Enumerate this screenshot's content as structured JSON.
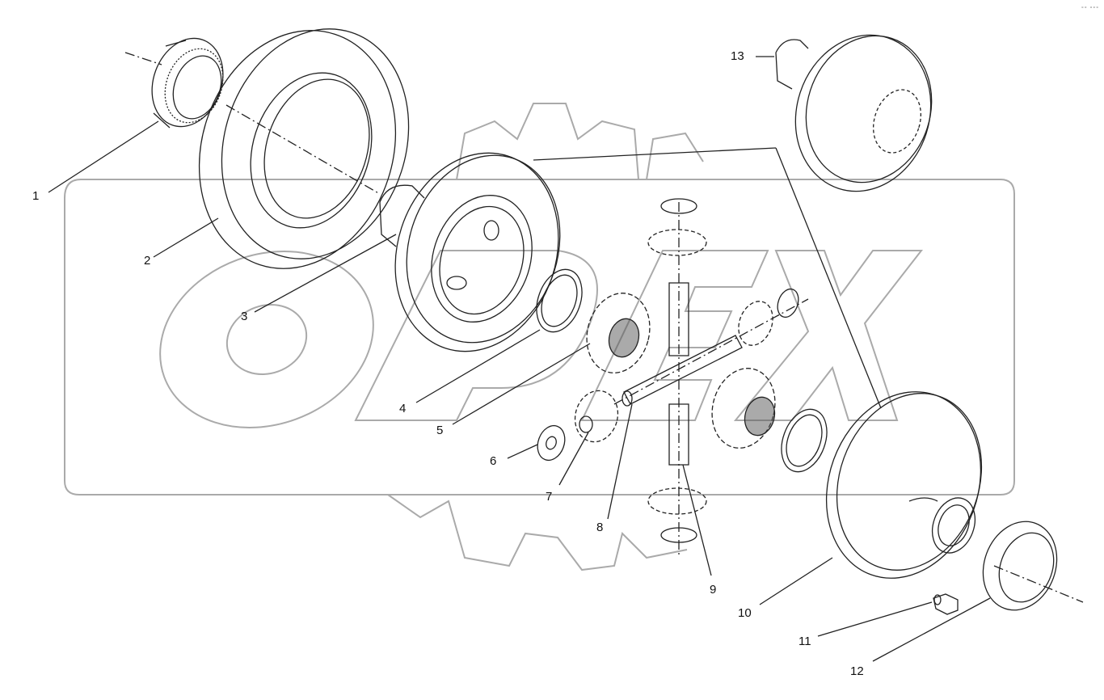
{
  "drawing": {
    "corner_mark": "°° °°°",
    "line_color": "#222222",
    "watermark_color": "#aaaaaa"
  },
  "callouts": [
    {
      "number": "1"
    },
    {
      "number": "2"
    },
    {
      "number": "3"
    },
    {
      "number": "4"
    },
    {
      "number": "5"
    },
    {
      "number": "6"
    },
    {
      "number": "7"
    },
    {
      "number": "8"
    },
    {
      "number": "9"
    },
    {
      "number": "10"
    },
    {
      "number": "11"
    },
    {
      "number": "12"
    },
    {
      "number": "13"
    }
  ]
}
